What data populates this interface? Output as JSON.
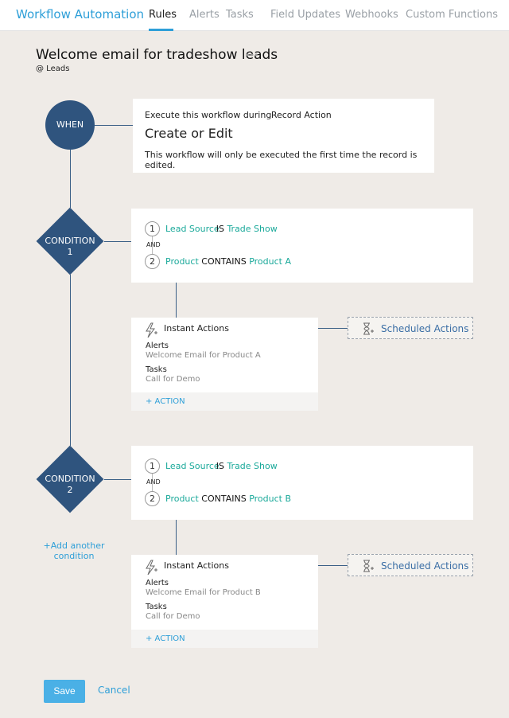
{
  "header": {
    "app_title": "Workflow Automation",
    "tabs": [
      "Rules",
      "Alerts",
      "Tasks",
      "Field Updates",
      "Webhooks",
      "Custom Functions"
    ],
    "active_tab": "Rules"
  },
  "workflow": {
    "title": "Welcome email for tradeshow leads",
    "more": "•••",
    "module": "@ Leads"
  },
  "when": {
    "node_label": "WHEN",
    "execute_prefix": "Execute this workflow during",
    "record_action": "Record Action",
    "trigger": "Create or Edit",
    "note": "This workflow will only be executed the first time the record is edited."
  },
  "conditions": [
    {
      "node_label": "CONDITION",
      "number": "1",
      "criteria": [
        {
          "num": "1",
          "field": "Lead Source",
          "op": "IS",
          "value": "Trade Show"
        },
        {
          "num": "2",
          "field": "Product",
          "op": "CONTAINS",
          "value": "Product A"
        }
      ],
      "joiner": "AND",
      "instant_actions": {
        "title": "Instant Actions",
        "alerts_label": "Alerts",
        "alerts_value": "Welcome Email for Product A",
        "tasks_label": "Tasks",
        "tasks_value": "Call for Demo",
        "add_action": "+ ACTION"
      },
      "scheduled_actions": "Scheduled Actions"
    },
    {
      "node_label": "CONDITION",
      "number": "2",
      "criteria": [
        {
          "num": "1",
          "field": "Lead Source",
          "op": "IS",
          "value": "Trade Show"
        },
        {
          "num": "2",
          "field": "Product",
          "op": "CONTAINS",
          "value": "Product B"
        }
      ],
      "joiner": "AND",
      "instant_actions": {
        "title": "Instant Actions",
        "alerts_label": "Alerts",
        "alerts_value": "Welcome Email for Product B",
        "tasks_label": "Tasks",
        "tasks_value": "Call for Demo",
        "add_action": "+ ACTION"
      },
      "scheduled_actions": "Scheduled Actions"
    }
  ],
  "add_condition": {
    "line1": "+Add another",
    "line2": "condition"
  },
  "footer": {
    "save": "Save",
    "cancel": "Cancel"
  },
  "icons": {
    "instant_actions": "lightning-icon",
    "scheduled_actions": "hourglass-icon"
  },
  "colors": {
    "accent": "#2e9fd8",
    "node": "#2f547e",
    "criteria_value": "#1aa99a",
    "save_button": "#4ab0e6"
  }
}
